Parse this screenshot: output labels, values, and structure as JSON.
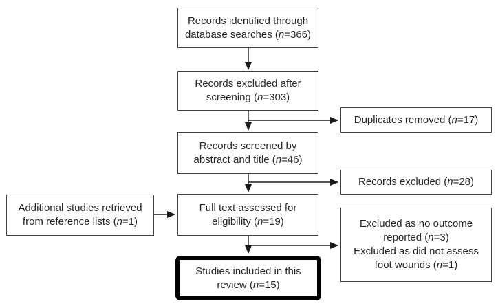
{
  "diagram": {
    "type": "flowchart",
    "boxes": {
      "identified": {
        "lines": [
          "Records identified through",
          "database searches (n=366)"
        ]
      },
      "excludedScreening": {
        "lines": [
          "Records excluded after",
          "screening (n=303)"
        ]
      },
      "duplicatesRemoved": {
        "lines": [
          "Duplicates removed (n=17)"
        ]
      },
      "screened": {
        "lines": [
          "Records screened by",
          "abstract and title (n=46)"
        ]
      },
      "recordsExcluded": {
        "lines": [
          "Records excluded (n=28)"
        ]
      },
      "additionalStudies": {
        "lines": [
          "Additional studies retrieved",
          "from reference lists (n=1)"
        ]
      },
      "fullText": {
        "lines": [
          "Full text assessed for",
          "eligibility (n=19)"
        ]
      },
      "fullTextExcluded": {
        "lines": [
          "Excluded as no outcome",
          "reported (n=3)",
          "Excluded as did not assess",
          "foot wounds (n=1)"
        ]
      },
      "included": {
        "lines": [
          "Studies included in this",
          "review (n=15)"
        ]
      }
    },
    "colors": {
      "box_border": "#3f3f3f",
      "emphasis_border": "#000000",
      "text": "#262626",
      "arrow": "#1a1a1a",
      "background": "#ffffff"
    }
  }
}
